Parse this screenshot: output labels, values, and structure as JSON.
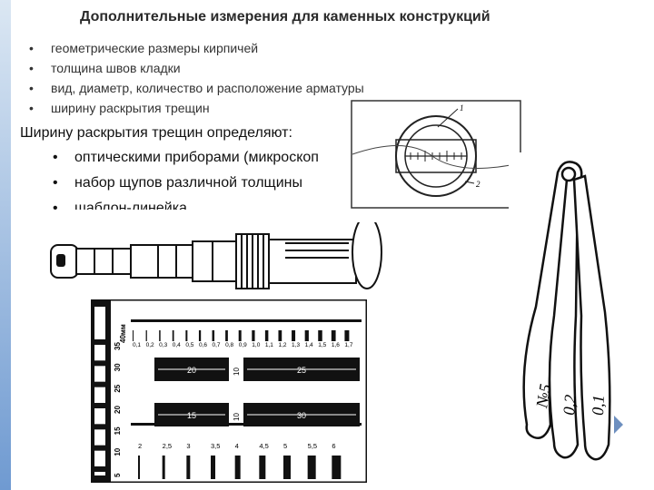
{
  "slide": {
    "title": "Дополнительные измерения для каменных конструкций",
    "bullets": [
      "геометрические размеры кирпичей",
      "толщина швов кладки",
      "вид, диаметр, количество и расположение арматуры",
      "ширину раскрытия трещин"
    ],
    "subheading": "Ширину раскрытия трещин  определяют:",
    "sub_bullets": [
      "оптическими приборами (микроскоп",
      "набор щупов различной толщины",
      "шаблон-линейка"
    ]
  },
  "scope_figure": {
    "labels": [
      "1",
      "2"
    ]
  },
  "gauge_card": {
    "side_label": "40мм",
    "vertical_ticks": [
      "35",
      "30",
      "25",
      "20",
      "15",
      "10",
      "5"
    ],
    "top_scale": [
      "0,1",
      "0,2",
      "0,3",
      "0,4",
      "0,5",
      "0,6",
      "0,7",
      "0,8",
      "0,9",
      "1,0",
      "1,1",
      "1,2",
      "1,3",
      "1,4",
      "1,5",
      "1,6",
      "1,7"
    ],
    "bars": [
      "20",
      "25",
      "15",
      "30"
    ],
    "center_marks": [
      "10",
      "10"
    ],
    "bottom_scale": [
      "2",
      "2,5",
      "3",
      "3,5",
      "4",
      "4,5",
      "5",
      "5,5",
      "6"
    ]
  },
  "feelers": {
    "labels": [
      "№5",
      "0,2",
      "0,1"
    ]
  },
  "colors": {
    "accent": "#6f9ad1",
    "ink": "#111111",
    "card_bg": "#ffffff"
  }
}
